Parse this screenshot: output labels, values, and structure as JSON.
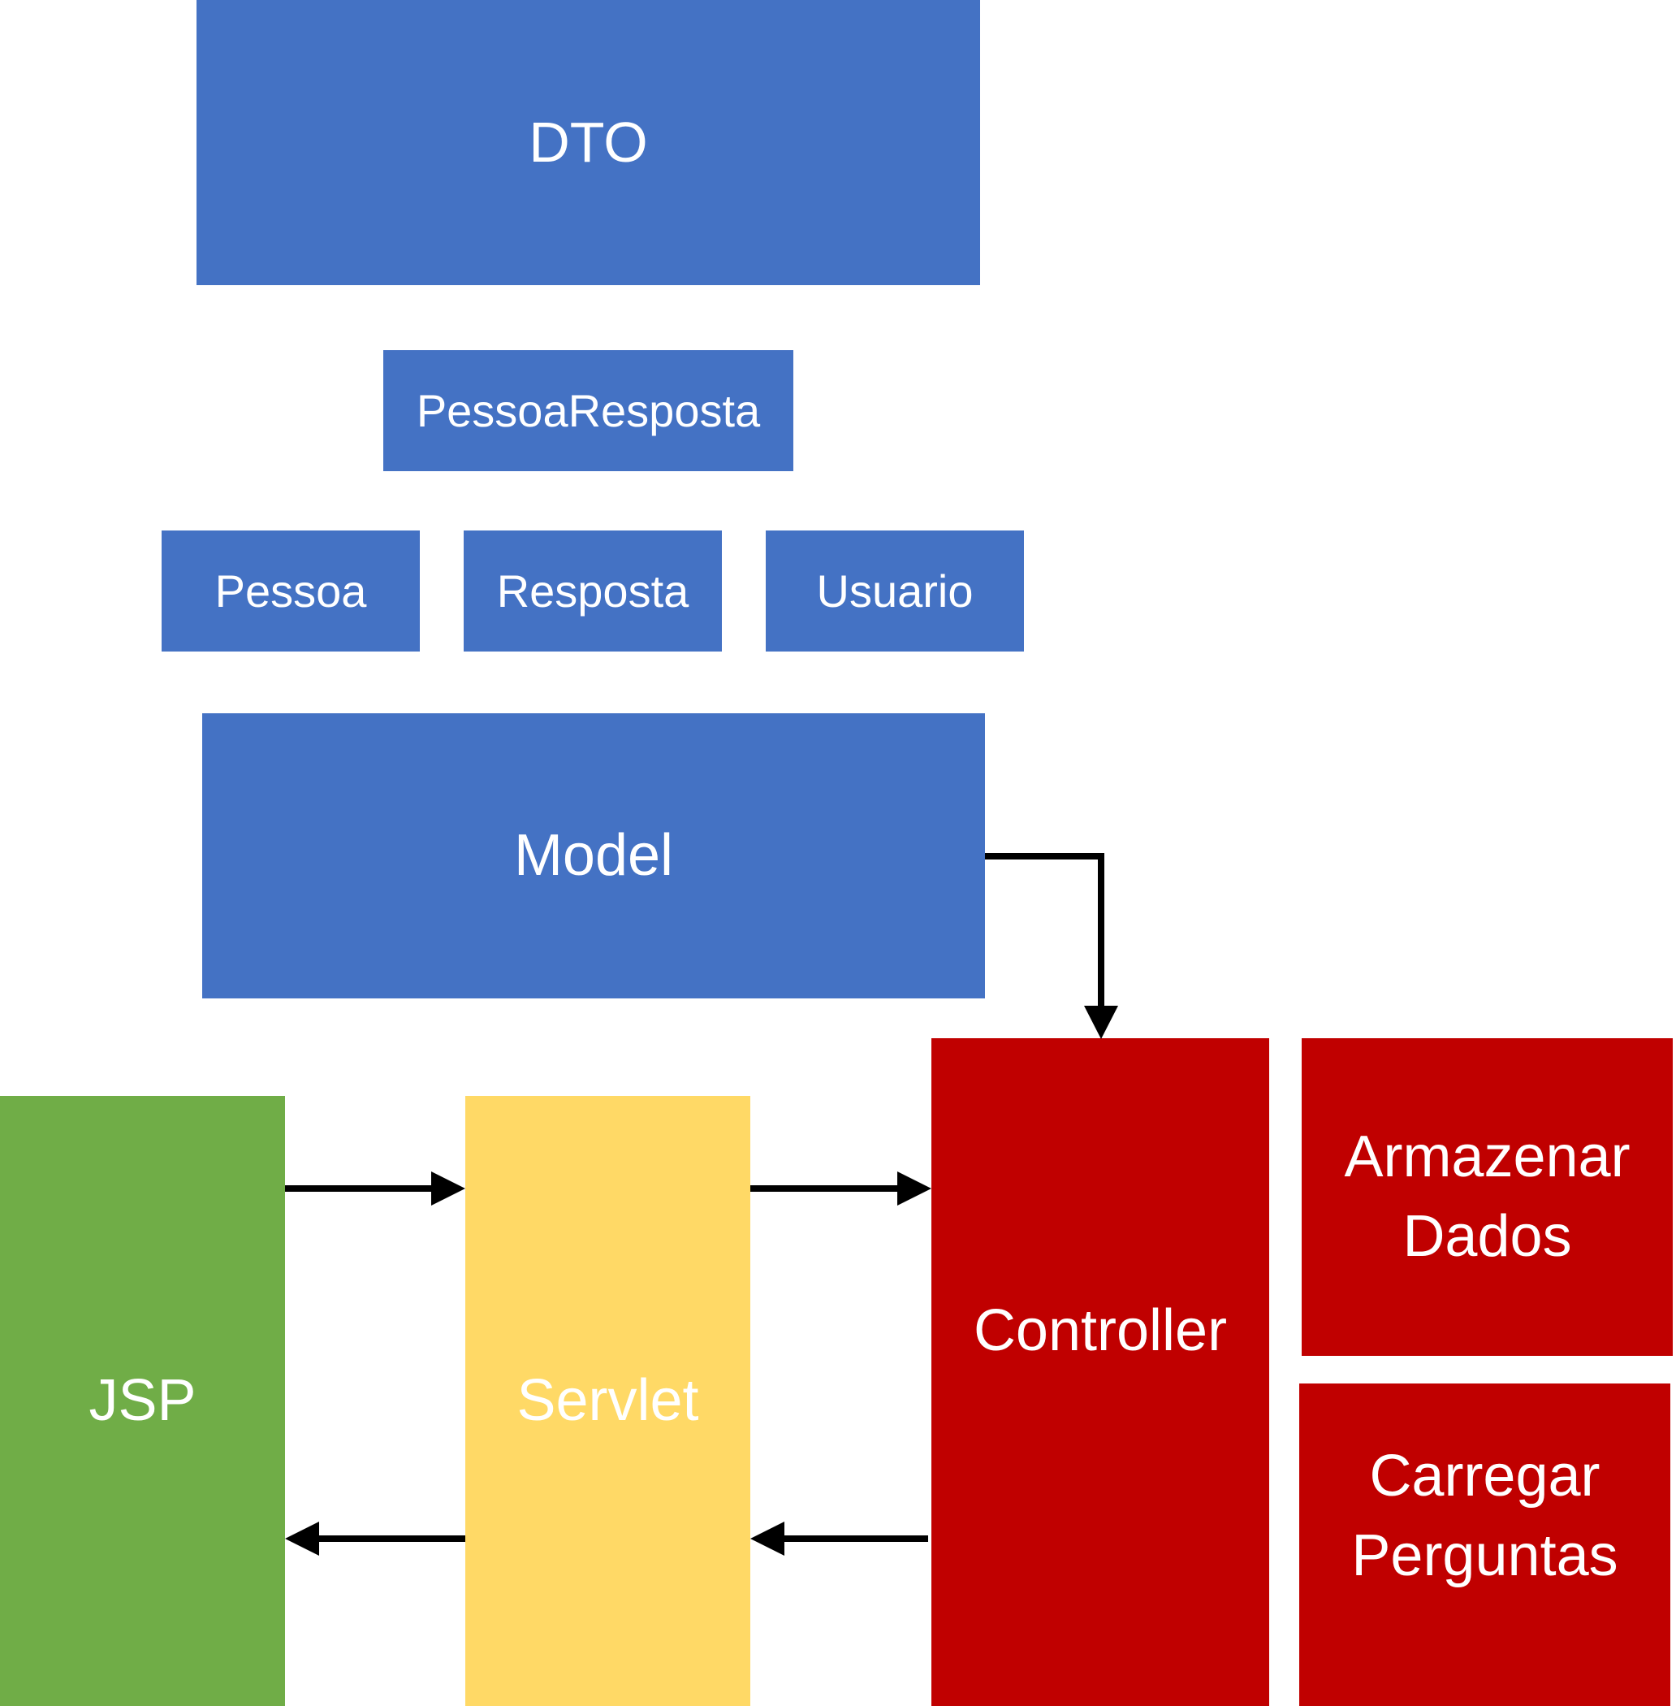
{
  "blocks": {
    "dto": "DTO",
    "pessoaresposta": "PessoaResposta",
    "pessoa": "Pessoa",
    "resposta": "Resposta",
    "usuario": "Usuario",
    "model": "Model",
    "jsp": "JSP",
    "servlet": "Servlet",
    "controller": "Controller",
    "armazenar": "Armazenar\nDados",
    "carregar": "Carregar\nPerguntas"
  },
  "colors": {
    "blue": "#4472C4",
    "green": "#70AD47",
    "yellow": "#FFD966",
    "red": "#C00000",
    "arrow": "#000000"
  }
}
